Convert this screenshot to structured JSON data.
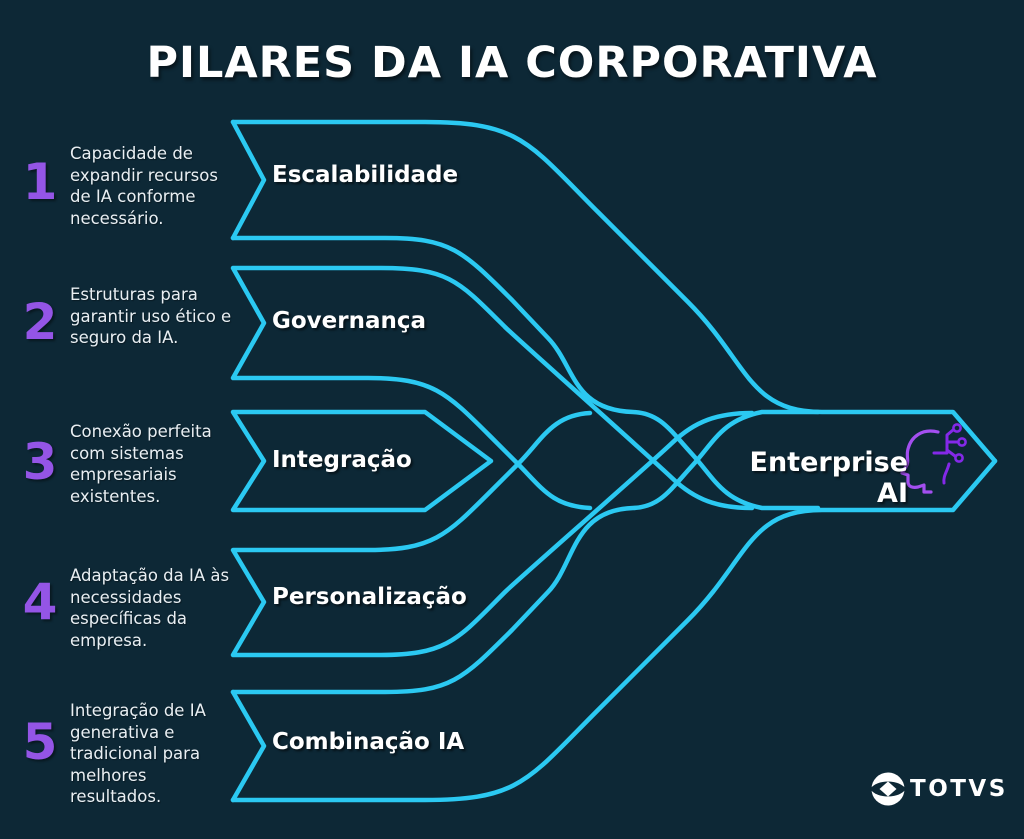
{
  "title": "PILARES DA IA CORPORATIVA",
  "pillars": [
    {
      "number": "1",
      "label": "Escalabilidade",
      "description": "Capacidade de expandir recursos de IA conforme necessário."
    },
    {
      "number": "2",
      "label": "Governança",
      "description": "Estruturas para garantir uso ético e seguro da IA."
    },
    {
      "number": "3",
      "label": "Integração",
      "description": "Conexão perfeita com sistemas empresariais existentes."
    },
    {
      "number": "4",
      "label": "Personalização",
      "description": "Adaptação da IA às necessidades específicas da empresa."
    },
    {
      "number": "5",
      "label": "Combinação IA",
      "description": "Integração de IA generativa e tradicional para melhores resultados."
    }
  ],
  "result": {
    "label": "Enterprise AI",
    "icon": "ai-head-circuit-icon"
  },
  "brand": {
    "logo_text": "TOTVS",
    "icon": "totvs-globe-icon"
  },
  "colors": {
    "background": "#0D2836",
    "line_cyan": "#2BC9F2",
    "number_purple": "#9455E6",
    "icon_head_purple": "#A34FF0",
    "icon_circuit_purple": "#8429E8",
    "text_white": "#FFFFFF"
  }
}
